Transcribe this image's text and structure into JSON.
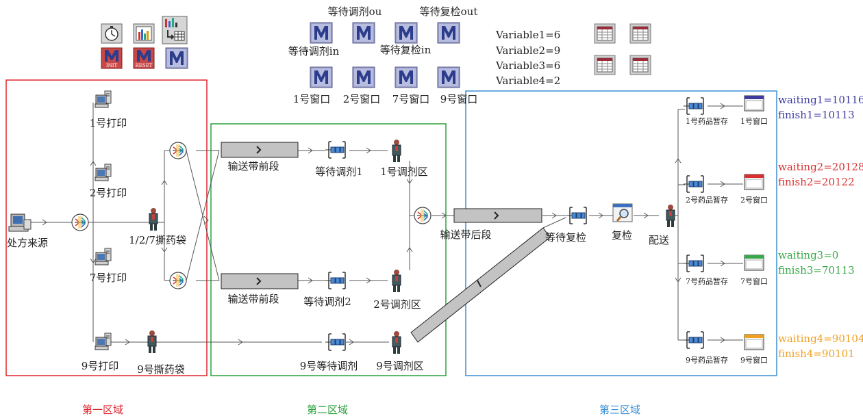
{
  "colors": {
    "zone1": "#e0262e",
    "zone2": "#2aa13a",
    "zone3": "#3b8fd6",
    "window1": "#3f3aa0",
    "window2": "#d83030",
    "window3": "#3aa84a",
    "window4": "#f0a020",
    "m_icon": "#2c3d8c",
    "conveyor": "#c3c3c3"
  },
  "zones": {
    "zone1": "第一区域",
    "zone2": "第二区域",
    "zone3": "第三区域"
  },
  "top_block_labels": {
    "wait_dispense_ou": "等待调剂ou",
    "wait_recheck_out": "等待复检out",
    "wait_dispense_in": "等待调剂in",
    "wait_recheck_in": "等待复检in",
    "win1": "1号窗口",
    "win2": "2号窗口",
    "win7": "7号窗口",
    "win9": "9号窗口"
  },
  "toolbar_labels": {
    "init": "INIT",
    "reset": "RESET"
  },
  "variables": [
    "Variable1=6",
    "Variable2=9",
    "Variable3=6",
    "Variable4=2"
  ],
  "nodes": {
    "source": "处方来源",
    "print1": "1号打印",
    "print2": "2号打印",
    "print7": "7号打印",
    "print9": "9号打印",
    "tear127": "1/2/7撕药袋",
    "tear9": "9号撕药袋",
    "conv_front_a": "输送带前段",
    "conv_front_b": "输送带前段",
    "wait_disp1": "等待调剂1",
    "wait_disp2": "等待调剂2",
    "wait_disp9": "9号等待调剂",
    "area1": "1号调剂区",
    "area2": "2号调剂区",
    "area9": "9号调剂区",
    "conv_rear": "输送带后段",
    "wait_recheck": "等待复检",
    "recheck": "复检",
    "dispatch": "配送",
    "store1": "1号药品暂存",
    "store2": "2号药品暂存",
    "store7": "7号药品暂存",
    "store9": "9号药品暂存",
    "window1": "1号窗口",
    "window2": "2号窗口",
    "window7": "7号窗口",
    "window9": "9号窗口"
  },
  "stats": [
    {
      "waiting": "waiting1=10116",
      "finish": "finish1=10113"
    },
    {
      "waiting": "waiting2=20128",
      "finish": "finish2=20122"
    },
    {
      "waiting": "waiting3=0",
      "finish": "finish3=70113"
    },
    {
      "waiting": "waiting4=90104",
      "finish": "finish4=90101"
    }
  ]
}
